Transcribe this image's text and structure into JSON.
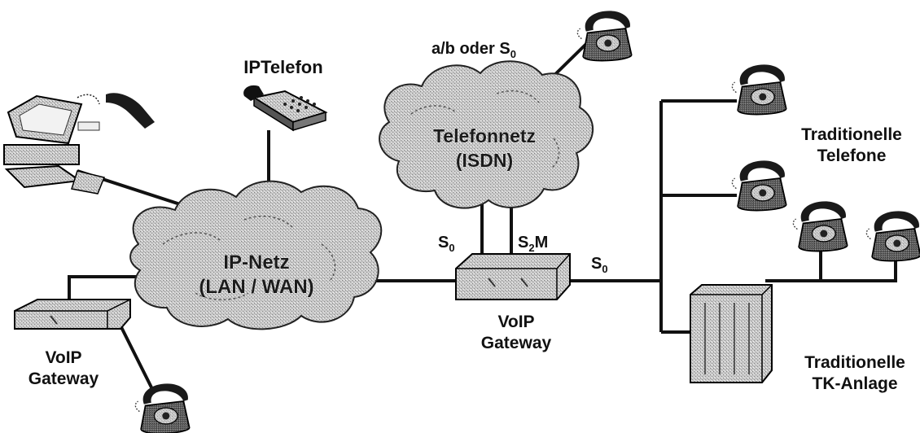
{
  "labels": {
    "ip_phone": "IPTelefon",
    "ab_oder_s0_prefix": "a/b oder S",
    "s_sub_0": "0",
    "telefonnetz": "Telefonnetz",
    "isdn": "(ISDN)",
    "ip_netz": "IP-Netz",
    "lan_wan": "(LAN / WAN)",
    "s0_left_prefix": "S",
    "s2m_prefix": "S",
    "s2m_sub": "2",
    "s2m_suffix": "M",
    "s0_right_prefix": "S",
    "voip_gw_left_line1": "VoIP",
    "voip_gw_left_line2": "Gateway",
    "voip_gw_center_line1": "VoIP",
    "voip_gw_center_line2": "Gateway",
    "trad_telefone_line1": "Traditionelle",
    "trad_telefone_line2": "Telefone",
    "trad_tk_line1": "Traditionelle",
    "trad_tk_line2": "TK-Anlage"
  }
}
